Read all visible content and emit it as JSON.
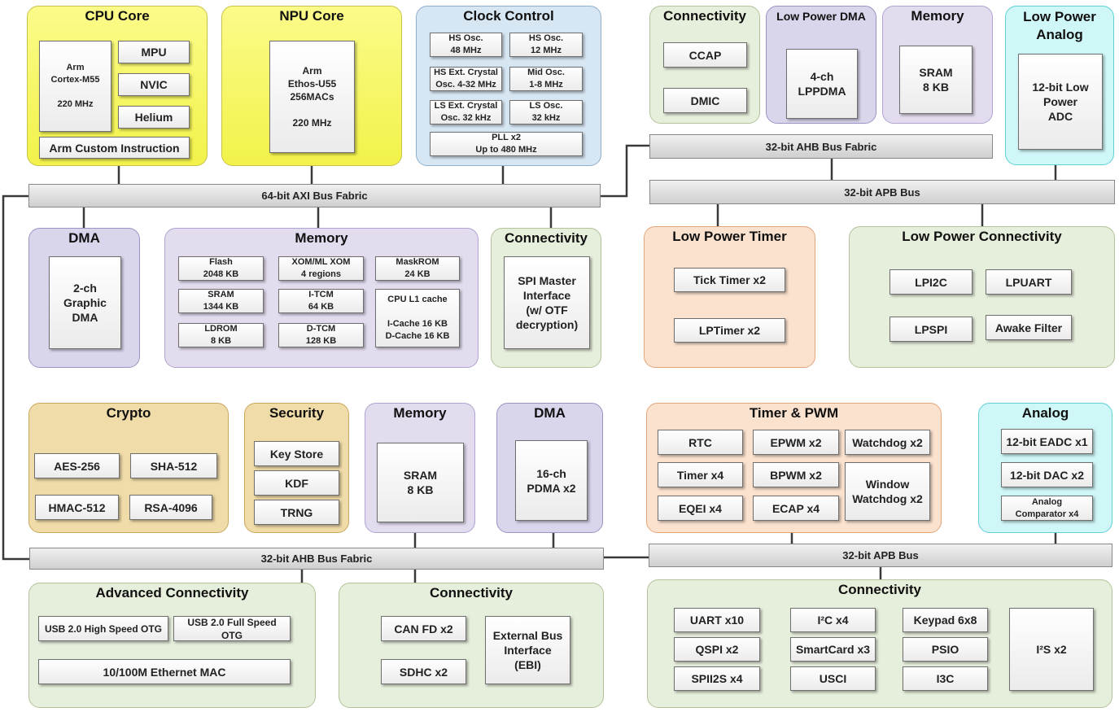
{
  "groups": {
    "cpu": {
      "title": "CPU Core",
      "core": "Arm\nCortex-M55\n\n220 MHz",
      "mpu": "MPU",
      "nvic": "NVIC",
      "helium": "Helium",
      "aci": "Arm Custom Instruction"
    },
    "npu": {
      "title": "NPU Core",
      "core": "Arm\nEthos-U55\n256MACs\n\n220 MHz"
    },
    "clock": {
      "title": "Clock Control",
      "hs48": "HS Osc.\n48 MHz",
      "hs12": "HS Osc.\n12 MHz",
      "hsext": "HS Ext. Crystal\nOsc. 4-32 MHz",
      "mid": "Mid Osc.\n1-8 MHz",
      "lsext": "LS Ext. Crystal\nOsc. 32 kHz",
      "ls": "LS Osc.\n32 kHz",
      "pll": "PLL x2\nUp to 480 MHz"
    },
    "conn_tr": {
      "title": "Connectivity",
      "ccap": "CCAP",
      "dmic": "DMIC"
    },
    "lpdma": {
      "title": "Low Power DMA",
      "item": "4-ch\nLPPDMA"
    },
    "mem_tr": {
      "title": "Memory",
      "item": "SRAM\n8 KB"
    },
    "lpanalog": {
      "title": "Low Power\nAnalog",
      "item": "12-bit Low\nPower\nADC"
    },
    "dma_l": {
      "title": "DMA",
      "item": "2-ch\nGraphic\nDMA"
    },
    "mem_m": {
      "title": "Memory",
      "flash": "Flash\n2048 KB",
      "xom": "XOM/ML XOM\n4 regions",
      "mask": "MaskROM\n24 KB",
      "sram": "SRAM\n1344 KB",
      "itcm": "I-TCM\n64 KB",
      "l1": "CPU L1 cache\n\nI-Cache 16 KB\nD-Cache 16 KB",
      "ldrom": "LDROM\n8 KB",
      "dtcm": "D-TCM\n128 KB"
    },
    "conn_spi": {
      "title": "Connectivity",
      "item": "SPI Master\nInterface\n(w/ OTF\ndecryption)"
    },
    "lptimer": {
      "title": "Low Power Timer",
      "tick": "Tick Timer x2",
      "lpt": "LPTimer x2"
    },
    "lpconn": {
      "title": "Low Power Connectivity",
      "lpi2c": "LPI2C",
      "lpuart": "LPUART",
      "lpspi": "LPSPI",
      "awake": "Awake Filter"
    },
    "crypto": {
      "title": "Crypto",
      "aes": "AES-256",
      "sha": "SHA-512",
      "hmac": "HMAC-512",
      "rsa": "RSA-4096"
    },
    "security": {
      "title": "Security",
      "key": "Key Store",
      "kdf": "KDF",
      "trng": "TRNG"
    },
    "mem_b": {
      "title": "Memory",
      "item": "SRAM\n8 KB"
    },
    "dma_b": {
      "title": "DMA",
      "item": "16-ch\nPDMA x2"
    },
    "timer": {
      "title": "Timer & PWM",
      "rtc": "RTC",
      "epwm": "EPWM x2",
      "wdt": "Watchdog x2",
      "tmr": "Timer x4",
      "bpwm": "BPWM x2",
      "wwdt": "Window\nWatchdog x2",
      "eqei": "EQEI x4",
      "ecap": "ECAP x4"
    },
    "analog": {
      "title": "Analog",
      "eadc": "12-bit EADC x1",
      "dac": "12-bit DAC x2",
      "comp": "Analog\nComparator x4"
    },
    "advconn": {
      "title": "Advanced Connectivity",
      "hs": "USB 2.0 High Speed OTG",
      "fs": "USB 2.0 Full Speed\nOTG",
      "eth": "10/100M Ethernet MAC"
    },
    "conn_bm": {
      "title": "Connectivity",
      "can": "CAN FD x2",
      "sdhc": "SDHC x2",
      "ebi": "External Bus\nInterface\n(EBI)"
    },
    "conn_br": {
      "title": "Connectivity",
      "uart": "UART x10",
      "i2c": "I²C x4",
      "keypad": "Keypad 6x8",
      "qspi": "QSPI x2",
      "smart": "SmartCard x3",
      "psio": "PSIO",
      "spii2s": "SPII2S x4",
      "usci": "USCI",
      "i3c": "I3C",
      "i2s": "I²S x2"
    }
  },
  "buses": {
    "axi": "64-bit AXI Bus Fabric",
    "ahb_top": "32-bit AHB Bus Fabric",
    "apb_top": "32-bit APB Bus",
    "ahb_bot": "32-bit AHB Bus Fabric",
    "apb_bot": "32-bit APB Bus"
  }
}
